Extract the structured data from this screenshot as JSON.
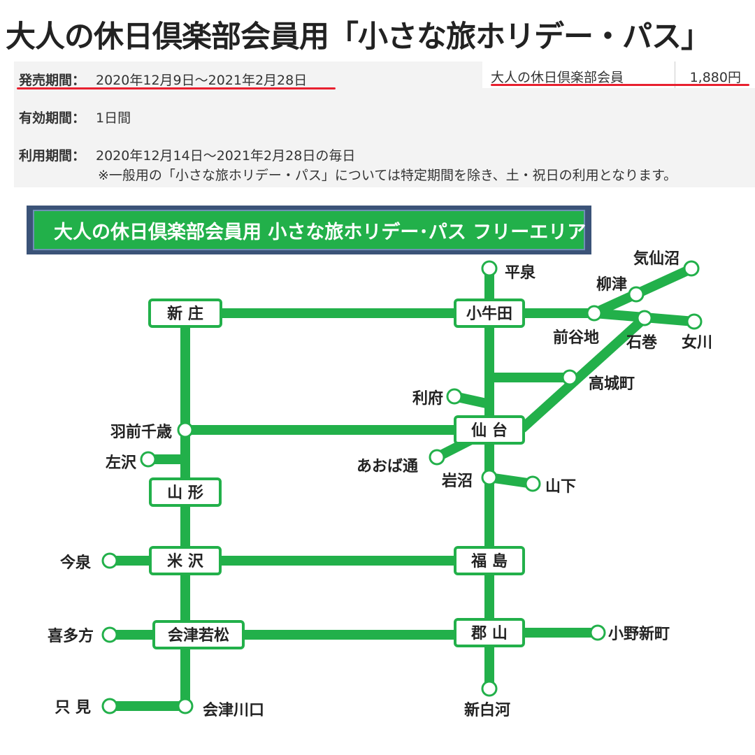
{
  "title": "大人の休日倶楽部会員用「小さな旅ホリデー・パス」",
  "info": {
    "sale_label": "発売期間：",
    "sale_value": "2020年12月9日～2021年2月28日",
    "valid_label": "有効期間：",
    "valid_value": "1日間",
    "use_label": "利用期間：",
    "use_value": "2020年12月14日～2021年2月28日の毎日",
    "note": "※一般用の「小さな旅ホリデー・パス」については特定期間を除き、土・祝日の利用となります。"
  },
  "price": {
    "name": "大人の休日倶楽部会員",
    "amount": "1,880円"
  },
  "map": {
    "banner": "大人の休日倶楽部会員用 小さな旅ホリデー･パス  フリーエリア",
    "colors": {
      "line": "#22b04a",
      "box_border": "#22b04a",
      "banner_bg": "#22b04a",
      "banner_frame": "#3b5378",
      "accent_red": "#e8202f"
    },
    "major_stations": [
      "新 庄",
      "小牛田",
      "仙 台",
      "山 形",
      "米 沢",
      "福 島",
      "会津若松",
      "郡 山"
    ],
    "minor_stations": [
      "平泉",
      "気仙沼",
      "柳津",
      "前谷地",
      "石巻",
      "女川",
      "高城町",
      "利府",
      "羽前千歳",
      "左沢",
      "あおば通",
      "岩沼",
      "山下",
      "今泉",
      "喜多方",
      "小野新町",
      "只 見",
      "会津川口",
      "新白河"
    ]
  }
}
